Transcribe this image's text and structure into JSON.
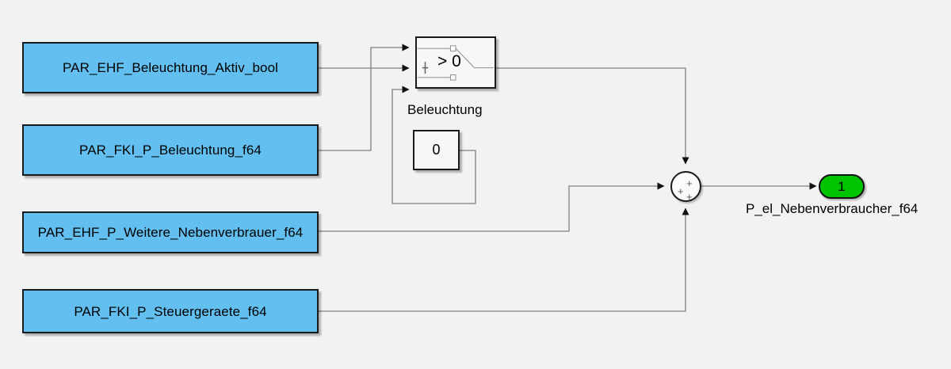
{
  "diagram": {
    "background_color": "#f2f2f2",
    "block_fill_color": "#62bfef",
    "outport_fill_color": "#00c400",
    "wire_color": "#808080"
  },
  "parameter_blocks": [
    {
      "label": "PAR_EHF_Beleuchtung_Aktiv_bool"
    },
    {
      "label": "PAR_FKI_P_Beleuchtung_f64"
    },
    {
      "label": "PAR_EHF_P_Weitere_Nebenverbrauer_f64"
    },
    {
      "label": "PAR_FKI_P_Steuergeraete_f64"
    }
  ],
  "switch_block": {
    "name": "Beleuchtung",
    "criteria": "> 0"
  },
  "constant_block": {
    "value": "0"
  },
  "sum_block": {
    "signs": [
      "+",
      "+",
      "+"
    ]
  },
  "output_port": {
    "number": "1",
    "label": "P_el_Nebenverbraucher_f64"
  }
}
